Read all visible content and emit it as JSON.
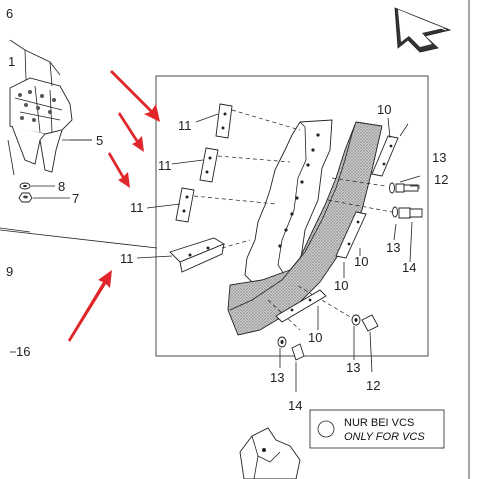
{
  "callouts": {
    "c5": "5",
    "c7": "7",
    "c8": "8",
    "c9": "9",
    "c16": "16",
    "c1": "1",
    "c6": "6",
    "c11a": "11",
    "c11b": "11",
    "c11c": "11",
    "c11d": "11",
    "c10a": "10",
    "c10b": "10",
    "c10c": "10",
    "c10d": "10",
    "c13a": "13",
    "c13b": "13",
    "c13c": "13",
    "c13d": "13",
    "c12a": "12",
    "c12b": "12",
    "c14a": "14",
    "c14b": "14"
  },
  "note": {
    "line1": "NUR BEI VCS",
    "line2": "ONLY FOR VCS"
  },
  "colors": {
    "arrow": "#e0262b",
    "ink": "#222222",
    "rubber": "#9a9a9a"
  }
}
